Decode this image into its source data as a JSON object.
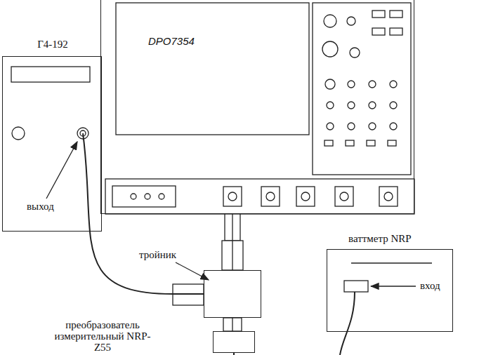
{
  "diagram": {
    "nodes": [
      {
        "text": [
          "Г4-192"
        ]
      },
      {
        "text": [
          "DPO7354"
        ]
      },
      {
        "text": [
          "тройник"
        ]
      },
      {
        "text": [
          "ваттметр NRP"
        ]
      },
      {
        "text": [
          "преобразователь измерительный NRP-Z55"
        ]
      }
    ],
    "edges": [
      {
        "from": 0,
        "to": 2,
        "arrow": "none"
      },
      {
        "from": 2,
        "to": 1,
        "arrow": "none"
      },
      {
        "from": 2,
        "to": 4,
        "arrow": "none"
      }
    ],
    "labels": [
      "выход",
      "вход"
    ]
  }
}
